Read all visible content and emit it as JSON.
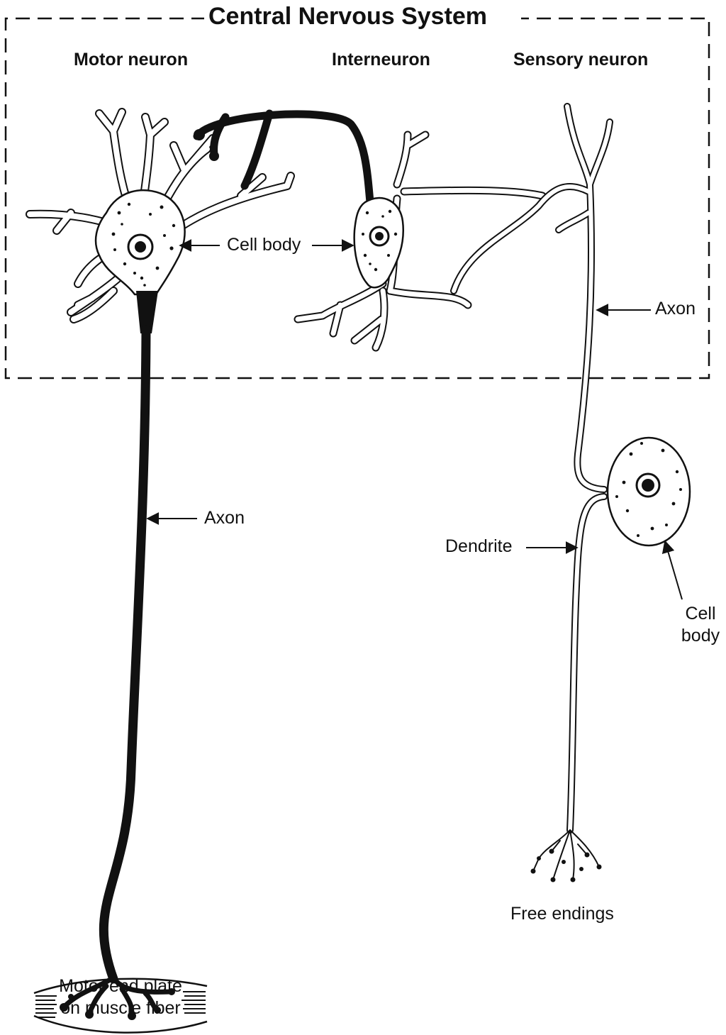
{
  "title": "Central Nervous System",
  "neurons": {
    "motor": "Motor neuron",
    "inter": "Interneuron",
    "sensory": "Sensory neuron"
  },
  "labels": {
    "cell_body_center": "Cell body",
    "motor_axon": "Axon",
    "sensory_axon": "Axon",
    "dendrite": "Dendrite",
    "cell_body_sensory_line1": "Cell",
    "cell_body_sensory_line2": "body",
    "free_endings": "Free endings",
    "end_plate_line1": "Motor end plate",
    "end_plate_line2": "on muscle fiber"
  },
  "colors": {
    "ink": "#111111",
    "background": "#ffffff"
  }
}
